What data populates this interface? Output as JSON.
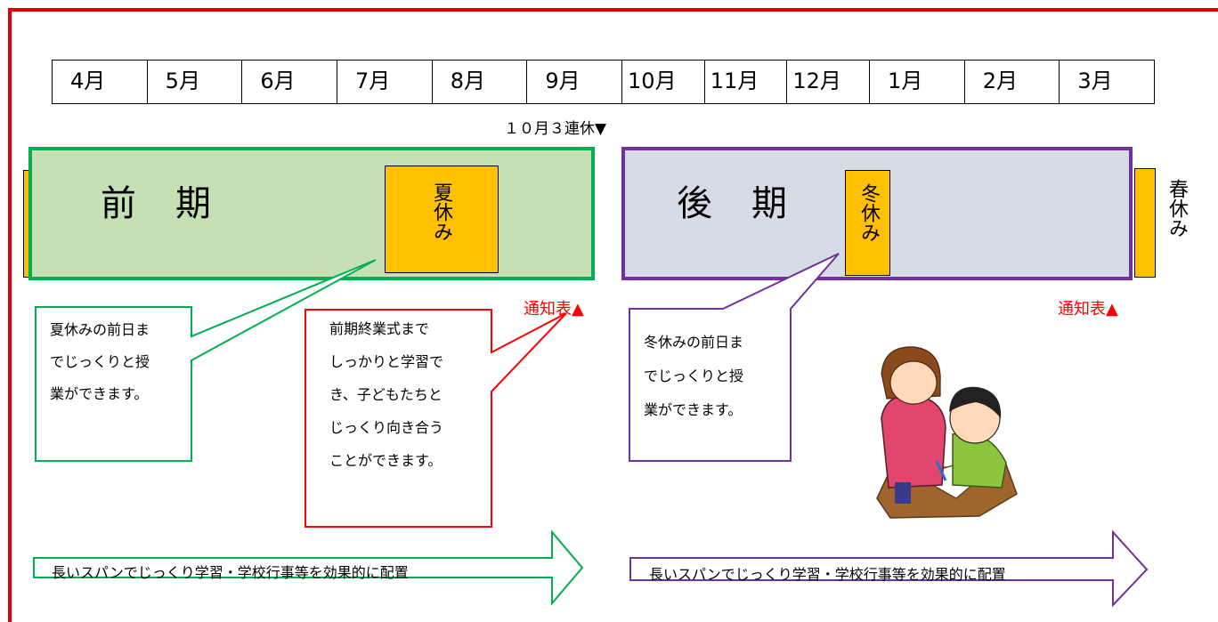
{
  "months": [
    "4月",
    "5月",
    "6月",
    "7月",
    "8月",
    "9月",
    "10月",
    "11月",
    "12月",
    "1月",
    "2月",
    "3月"
  ],
  "holiday_note": "１０月３連休▼",
  "first_term": {
    "title": "前　期",
    "vacation": "夏休み",
    "report_card": "通知表▲"
  },
  "second_term": {
    "title": "後　期",
    "vacation": "冬休み",
    "report_card": "通知表▲"
  },
  "spring_vacation": "春休み",
  "callouts": {
    "summer": [
      "夏休みの前日ま",
      "でじっくりと授",
      "業ができます。"
    ],
    "closing": [
      "前期終業式まで",
      "しっかりと学習で",
      "き、子どもたちと",
      "じっくり向き合う",
      "ことができます。"
    ],
    "winter": [
      "冬休みの前日ま",
      "でじっくりと授",
      "業ができます。"
    ]
  },
  "arrows": {
    "first": "長いスパンでじっくり学習・学校行事等を効果的に配置",
    "second": "長いスパンでじっくり学習・学校行事等を効果的に配置"
  },
  "colors": {
    "frame": "#e00000",
    "first_term_fill": "#c5e0b4",
    "first_term_border": "#00b050",
    "second_term_fill": "#d6dce5",
    "second_term_border": "#7030a0",
    "vacation": "#ffc000",
    "callout_red": "#ff0000",
    "report_card": "#ff0000"
  },
  "illustration": "teacher-helping-student"
}
